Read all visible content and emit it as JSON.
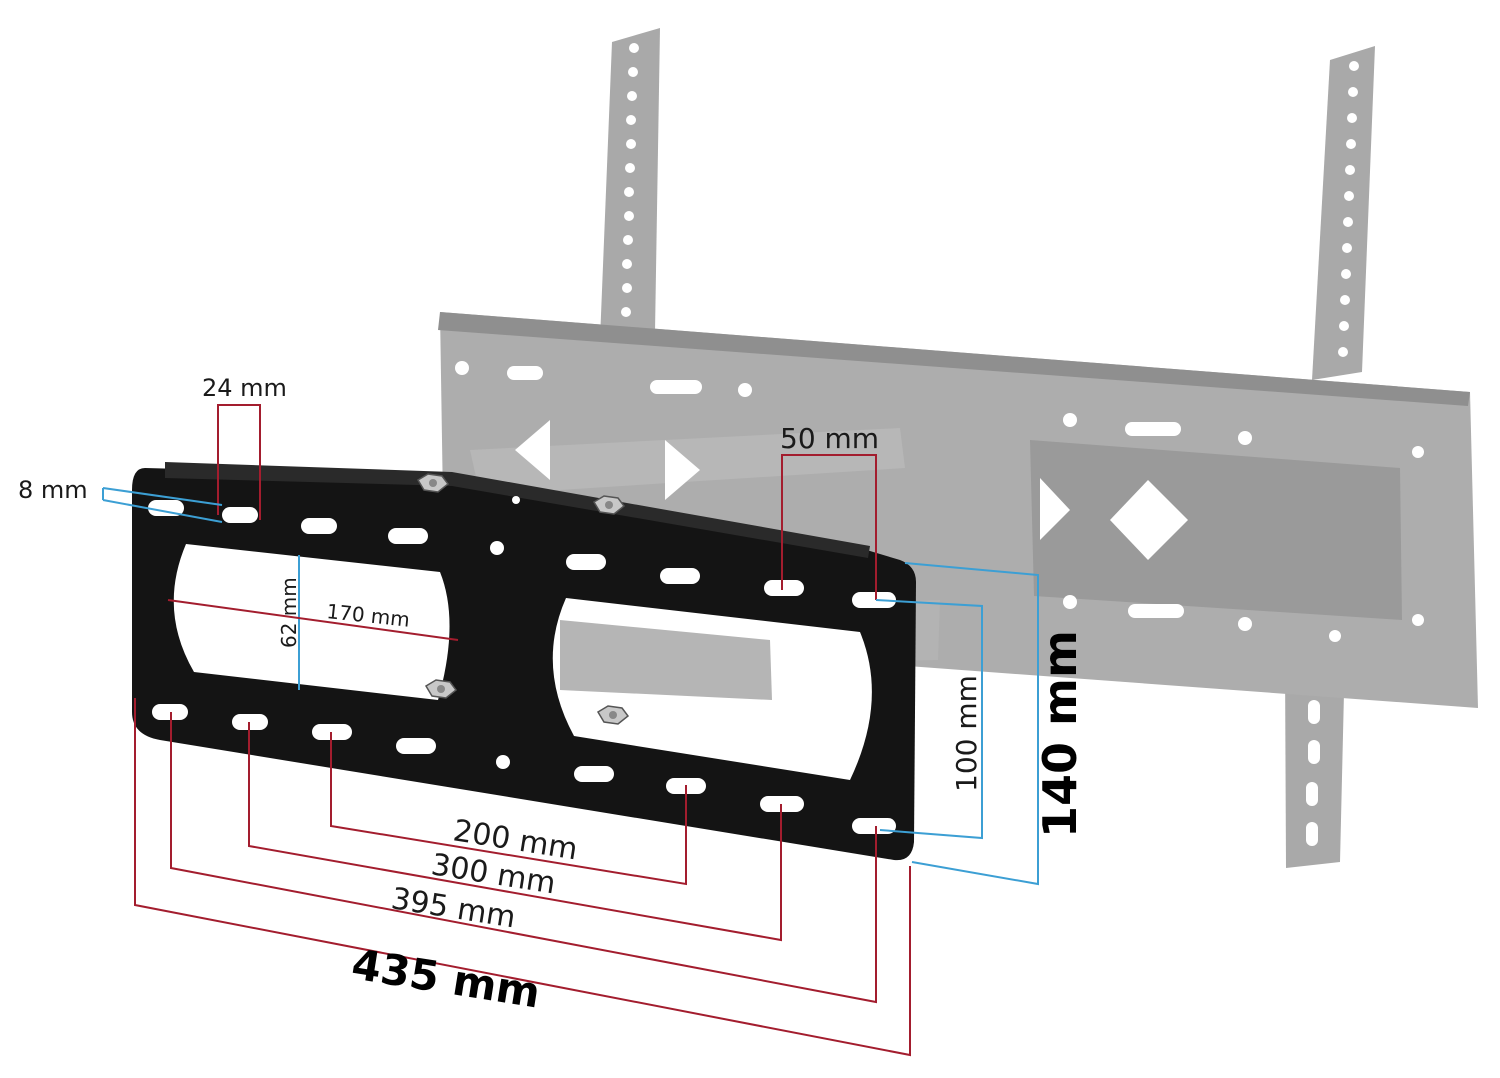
{
  "colors": {
    "background": "#ffffff",
    "plate": "#141414",
    "plate_edge": "#2a2a2a",
    "ghost_bracket": "#a9a9a9",
    "ghost_bracket_dark": "#8f8f8f",
    "dimension_red": "#a31d2e",
    "dimension_blue": "#3c9fd4",
    "hardware": "#c8c8c8"
  },
  "dimensions": {
    "hole_width": "24 mm",
    "hole_height": "8 mm",
    "hole_pitch": "50 mm",
    "opening_width": "170 mm",
    "opening_height": "62 mm",
    "vertical_spacing_inner": "100 mm",
    "vertical_spacing_outer": "140 mm",
    "horizontal_200": "200 mm",
    "horizontal_300": "300 mm",
    "horizontal_395": "395 mm",
    "horizontal_435": "435 mm"
  },
  "icons": {
    "bolt": "hex-bolt-icon",
    "plate": "tv-mount-plate",
    "bracket": "wall-bracket"
  }
}
